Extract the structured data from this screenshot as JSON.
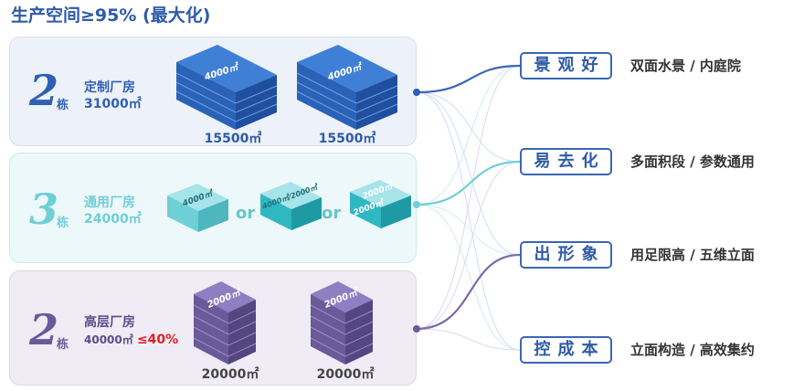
{
  "title": "生产空间≥95% (最大化)",
  "groups": [
    {
      "count": "2",
      "unit": "栋",
      "type": "定制厂房",
      "area": "31000㎡",
      "blocks": [
        {
          "label": "4000㎡",
          "sub": "15500㎡"
        },
        {
          "label": "4000㎡",
          "sub": "15500㎡"
        }
      ]
    },
    {
      "count": "3",
      "unit": "栋",
      "type": "通用厂房",
      "area": "24000㎡",
      "or_word": "or",
      "blocks": [
        {
          "label": "4000㎡"
        },
        {
          "label": "4000㎡/2000㎡"
        },
        {
          "label": "2000㎡",
          "label2": "2000㎡"
        }
      ]
    },
    {
      "count": "2",
      "unit": "栋",
      "type": "高层厂房",
      "area": "40000㎡",
      "ratio": "≤40%",
      "blocks": [
        {
          "label": "2000㎡",
          "sub": "20000㎡"
        },
        {
          "label": "2000㎡",
          "sub": "20000㎡"
        }
      ]
    }
  ],
  "benefits": [
    {
      "tag": "景观好",
      "desc": "双面水景 / 内庭院"
    },
    {
      "tag": "易去化",
      "desc": "多面积段 / 参数通用"
    },
    {
      "tag": "出形象",
      "desc": "用足限高 / 五维立面"
    },
    {
      "tag": "控成本",
      "desc": "立面构造 / 高效集约"
    }
  ],
  "colors": {
    "blue": "#2f6bc6",
    "teal": "#6fcfd6",
    "purple": "#6a5a9a",
    "title": "#2e5aa8"
  }
}
